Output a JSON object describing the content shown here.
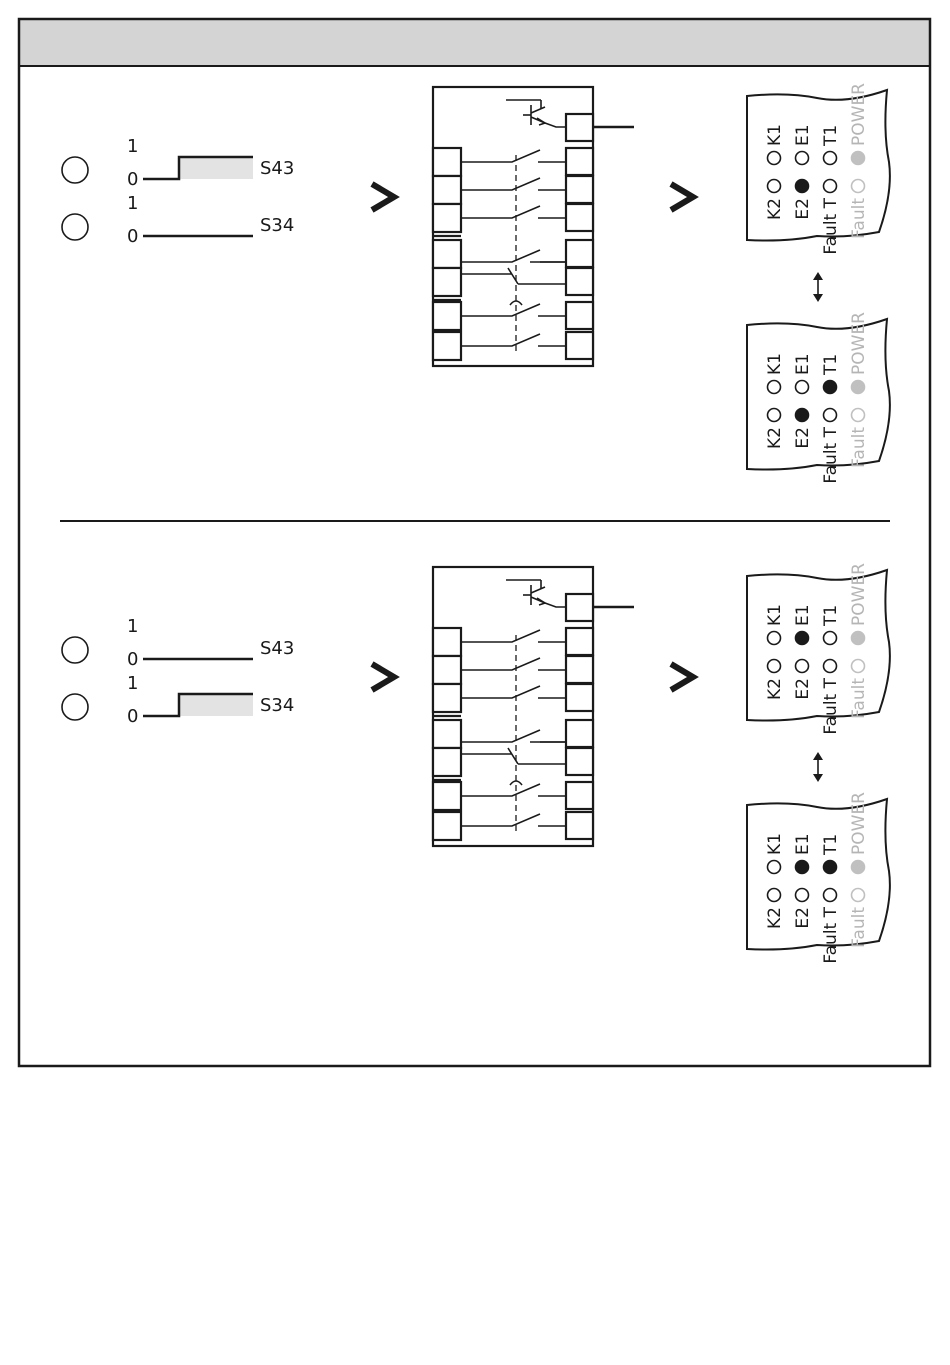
{
  "header": {
    "title": ""
  },
  "rows": [
    {
      "signals": [
        {
          "high": "1",
          "low": "0",
          "name": "S43",
          "level": 1
        },
        {
          "high": "1",
          "low": "0",
          "name": "S34",
          "level": 0
        }
      ],
      "panels": [
        {
          "labels": [
            "K1",
            "E1",
            "T1",
            "POWER",
            "K2",
            "E2",
            "Fault T",
            "Fault"
          ],
          "states": {
            "K1": "off",
            "E1": "off",
            "T1": "off",
            "POWER": "gray",
            "K2": "off",
            "E2": "on",
            "Fault T": "off",
            "Fault": "gray"
          }
        },
        {
          "labels": [
            "K1",
            "E1",
            "T1",
            "POWER",
            "K2",
            "E2",
            "Fault T",
            "Fault"
          ],
          "states": {
            "K1": "off",
            "E1": "off",
            "T1": "on",
            "POWER": "gray",
            "K2": "off",
            "E2": "on",
            "Fault T": "off",
            "Fault": "gray"
          }
        }
      ]
    },
    {
      "signals": [
        {
          "high": "1",
          "low": "0",
          "name": "S43",
          "level": 0
        },
        {
          "high": "1",
          "low": "0",
          "name": "S34",
          "level": 1
        }
      ],
      "panels": [
        {
          "labels": [
            "K1",
            "E1",
            "T1",
            "POWER",
            "K2",
            "E2",
            "Fault T",
            "Fault"
          ],
          "states": {
            "K1": "off",
            "E1": "on",
            "T1": "off",
            "POWER": "gray",
            "K2": "off",
            "E2": "off",
            "Fault T": "off",
            "Fault": "gray"
          }
        },
        {
          "labels": [
            "K1",
            "E1",
            "T1",
            "POWER",
            "K2",
            "E2",
            "Fault T",
            "Fault"
          ],
          "states": {
            "K1": "off",
            "E1": "on",
            "T1": "on",
            "POWER": "gray",
            "K2": "off",
            "E2": "off",
            "Fault T": "off",
            "Fault": "gray"
          }
        }
      ]
    }
  ],
  "colors": {
    "header_bg": "#d4d4d4",
    "line": "#1a1a1a",
    "led_gray": "#c0c0c0",
    "signal_fill": "#e3e3e3"
  },
  "icons": [
    "circle-button-icon",
    "chevron-right-icon",
    "double-arrow-icon",
    "transistor-icon"
  ]
}
